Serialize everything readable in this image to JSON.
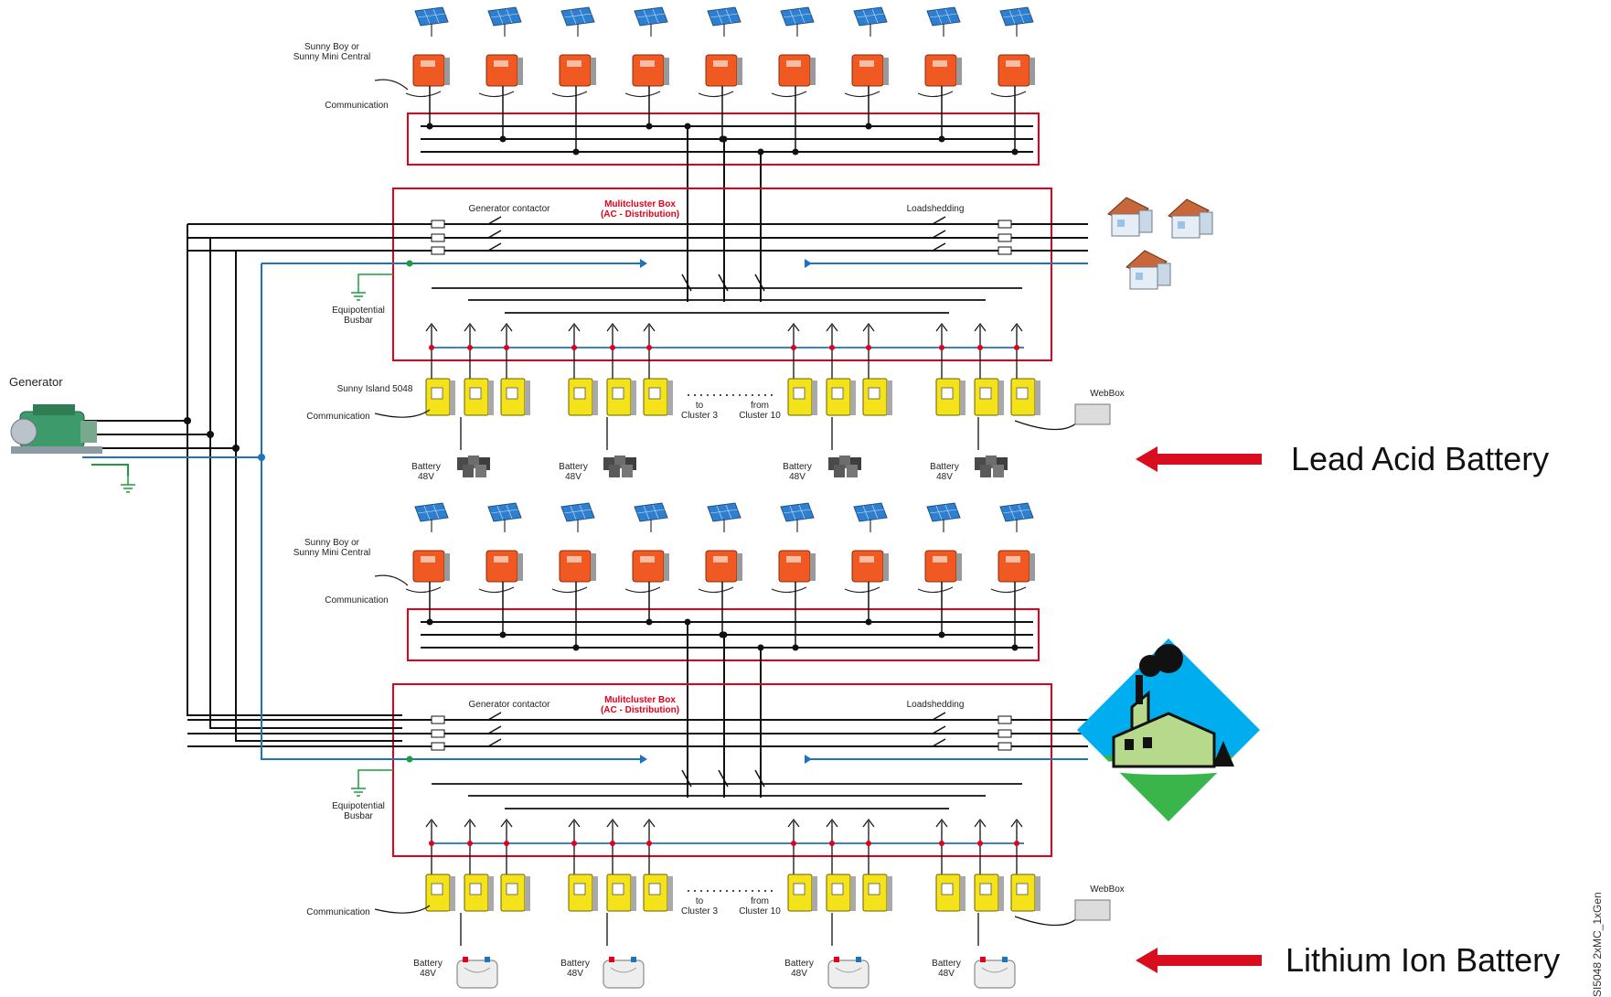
{
  "labels": {
    "sunny_boy": "Sunny Boy or\nSunny Mini Central",
    "communication": "Communication",
    "multicluster_box": "Mulitcluster Box\n(AC - Distribution)",
    "generator_contactor": "Generator contactor",
    "loadshedding": "Loadshedding",
    "equipotential_busbar": "Equipotential\nBusbar",
    "sunny_island": "Sunny Island 5048",
    "to_cluster": "to\nCluster 3",
    "from_cluster": "from\nCluster 10",
    "battery_48v": "Battery\n48V",
    "webbox": "WebBox",
    "generator": "Generator",
    "lead_acid": "Lead Acid Battery",
    "lithium_ion": "Lithium Ion Battery",
    "side_code": "SI5048 2xMC_1xGen"
  },
  "colors": {
    "box_red": "#e3001b",
    "inverter_orange": "#f05a22",
    "island_yellow": "#f4e21a",
    "wire_blue": "#1e73be",
    "ground_green": "#1a9e3a",
    "arrow_red": "#d80d1e"
  },
  "icons": [
    "solar-panel-icon",
    "inverter-icon",
    "sunny-island-icon",
    "battery-icon",
    "house-icon",
    "factory-icon",
    "generator-icon",
    "webbox-icon",
    "ground-icon"
  ]
}
